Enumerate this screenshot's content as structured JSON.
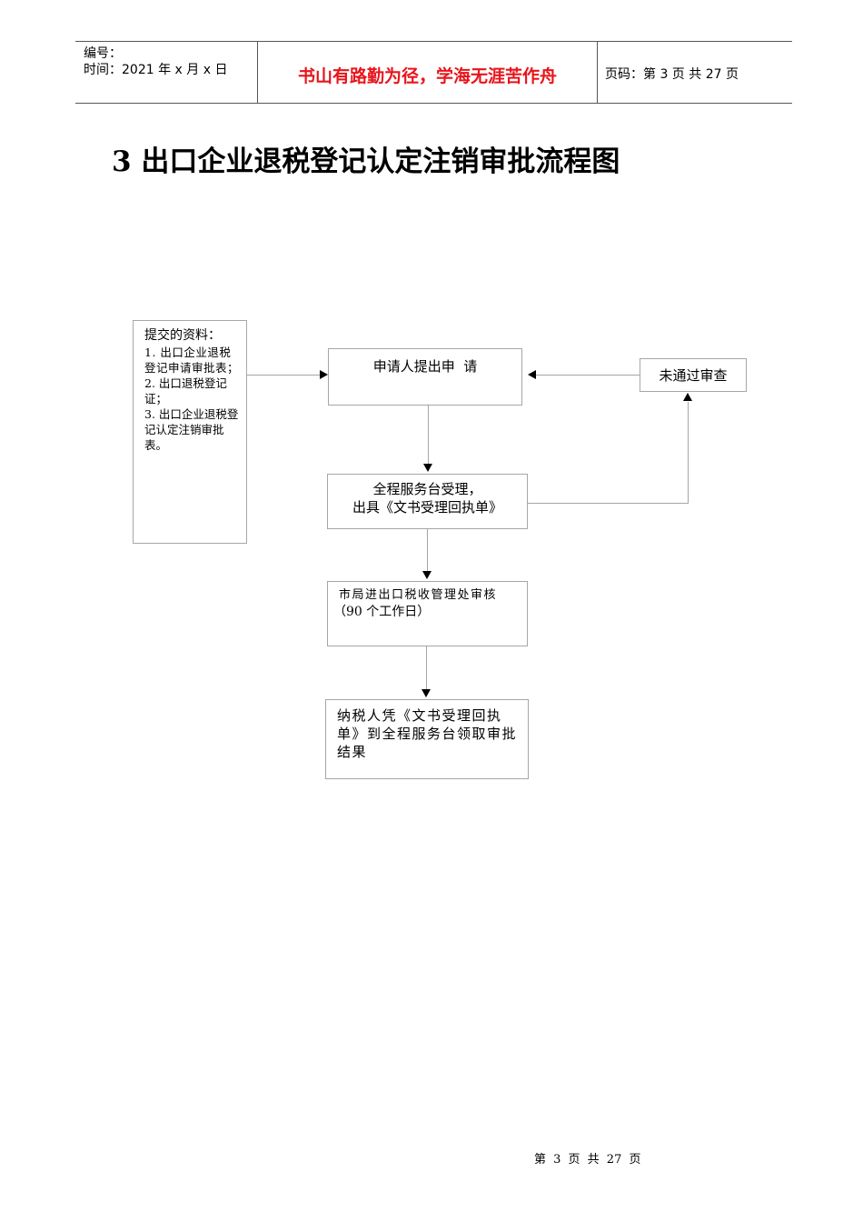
{
  "header": {
    "number_label": "编号：",
    "time_label": "时间：2021 年 x 月 x 日",
    "motto": "书山有路勤为径，学海无涯苦作舟",
    "page_info": "页码：第 3 页  共 27 页"
  },
  "document": {
    "title": "3 出口企业退税登记认定注销审批流程图"
  },
  "flowchart": {
    "materials_box": {
      "heading": "提交的资料：",
      "items": [
        "1.  出口企业退税登记申请审批表；",
        "2. 出口退税登记证；",
        "3. 出口企业退税登记认定注销审批表。"
      ]
    },
    "step_apply": "申请人提出申  请",
    "step_rejected": "未通过审查",
    "step_accept": {
      "line1": "全程服务台受理，",
      "line2": "出具《文书受理回执单》"
    },
    "step_review": {
      "line1": "市局进出口税收管理处审核",
      "line2": "（90 个工作日）"
    },
    "step_result": "纳税人凭《文书受理回执单》到全程服务台领取审批结果"
  },
  "footer": {
    "page_text": "第 3 页 共 27 页"
  },
  "colors": {
    "motto_red": "#e8141b",
    "box_border": "#a6a6a6",
    "header_rule": "#555555"
  }
}
